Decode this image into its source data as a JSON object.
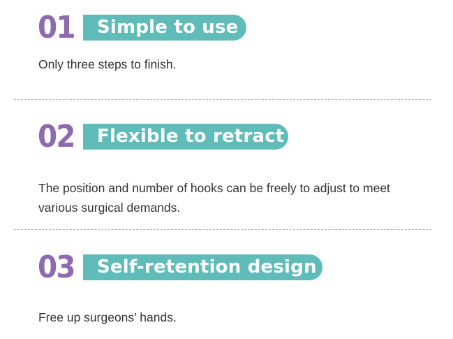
{
  "colors": {
    "number": "#8e6aae",
    "pill_background": "#5fbcb8",
    "pill_text": "#ffffff",
    "body_text": "#333333",
    "divider": "#a9a9a9"
  },
  "features": [
    {
      "number": "01",
      "title": "Simple to use",
      "description": "Only three steps to finish."
    },
    {
      "number": "02",
      "title": "Flexible to retract",
      "description": "The position and number of hooks can be freely to adjust to meet various surgical demands."
    },
    {
      "number": "03",
      "title": "Self-retention design",
      "description": "Free up surgeons’ hands."
    }
  ]
}
